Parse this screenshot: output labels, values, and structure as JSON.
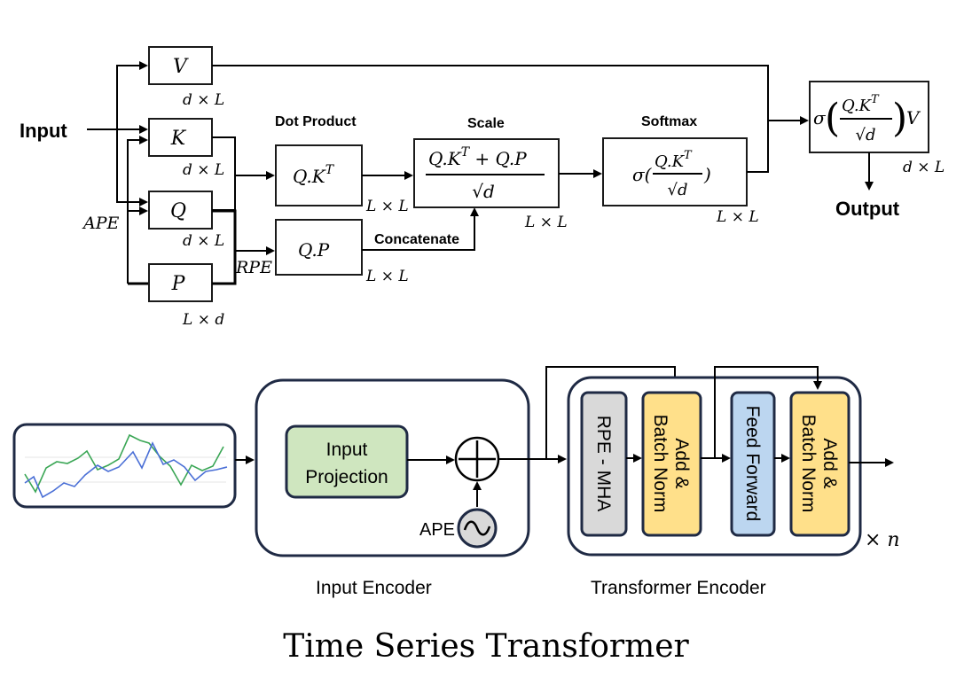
{
  "attention": {
    "input_label": "Input",
    "output_label": "Output",
    "ape_label": "APE",
    "rpe_label": "RPE",
    "v": "V",
    "k": "K",
    "q": "Q",
    "p": "P",
    "dim_v": "d × L",
    "dim_k": "d × L",
    "dim_q": "d × L",
    "dim_p": "L × d",
    "dot_product_label": "Dot Product",
    "scale_label": "Scale",
    "softmax_label": "Softmax",
    "concatenate_label": "Concatenate",
    "qk": "Q.K",
    "qk_sup": "T",
    "qp": "Q.P",
    "dim_qk": "L × L",
    "dim_qp": "L × L",
    "scale_num": "Q.K",
    "scale_num_sup": "T",
    "scale_num_rest": " + Q.P",
    "scale_den": "√d",
    "dim_scale": "L × L",
    "softmax_sigma": "σ(",
    "softmax_num": "Q.K",
    "softmax_sup": "T",
    "softmax_den": "√d",
    "softmax_close": ")",
    "dim_softmax": "L × L",
    "out_sigma": "σ",
    "out_num": "Q.K",
    "out_sup": "T",
    "out_den": "√d",
    "out_v": "V",
    "dim_out": "d × L"
  },
  "encoder": {
    "input_projection_line1": "Input",
    "input_projection_line2": "Projection",
    "ape_label": "APE",
    "input_encoder_label": "Input Encoder",
    "transformer_encoder_label": "Transformer Encoder",
    "rpe_mha": "RPE - MHA",
    "add_norm_1_line1": "Add &",
    "add_norm_1_line2": "Batch Norm",
    "feed_forward": "Feed Forward",
    "add_norm_2_line1": "Add &",
    "add_norm_2_line2": "Batch Norm",
    "repeat": "× n"
  },
  "title": "Time Series Transformer",
  "colors": {
    "input_projection": "#cfe6bf",
    "rpe_mha": "#d9d9d9",
    "add_norm": "#ffe08a",
    "feed_forward": "#bcd6f0",
    "series_green": "#3aa655",
    "series_blue": "#4a6fd6"
  }
}
